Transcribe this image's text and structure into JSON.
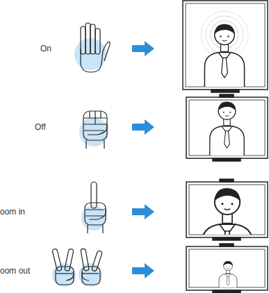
{
  "diagram": {
    "labels": [
      "On",
      "Off",
      "oom in",
      "oom out"
    ]
  }
}
